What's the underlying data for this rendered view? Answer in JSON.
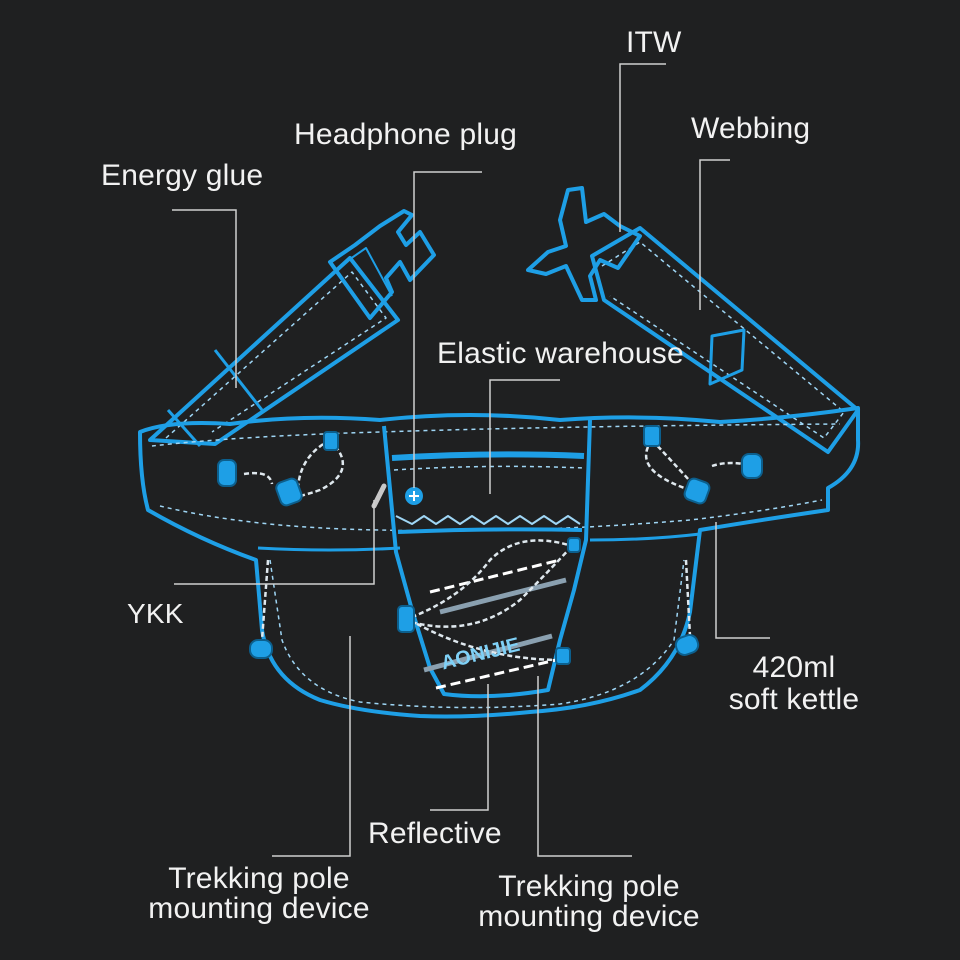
{
  "colors": {
    "background": "#1f2021",
    "outline": "#1e9fe6",
    "stitch": "#9fd6f5",
    "leader_line": "#cfcfcf",
    "label_text": "#f2f2f2"
  },
  "product": {
    "brand_text": "AONIJIE"
  },
  "labels": {
    "itw": "ITW",
    "webbing": "Webbing",
    "headphone_plug": "Headphone plug",
    "energy_glue": "Energy glue",
    "elastic_warehouse": "Elastic warehouse",
    "ykk": "YKK",
    "kettle_line1": "420ml",
    "kettle_line2": "soft kettle",
    "reflective": "Reflective",
    "trekking_left_line1": "Trekking pole",
    "trekking_left_line2": "mounting device",
    "trekking_right_line1": "Trekking pole",
    "trekking_right_line2": "mounting device"
  }
}
